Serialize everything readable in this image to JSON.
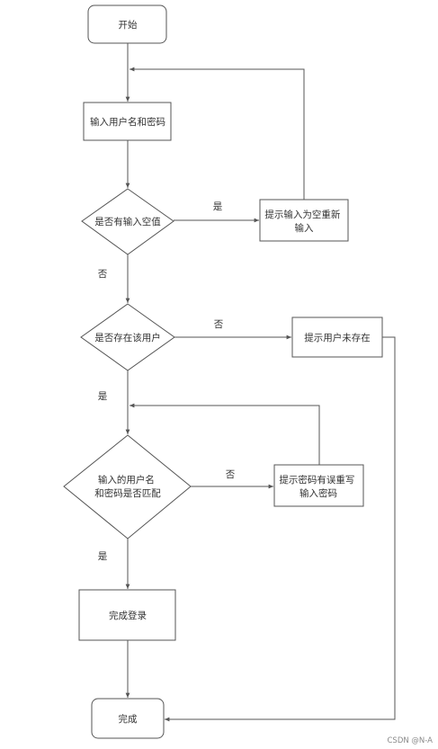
{
  "nodes": {
    "start": {
      "text": [
        "开始"
      ]
    },
    "input": {
      "text": [
        "输入用户名和密码"
      ]
    },
    "empty_check": {
      "text": [
        "是否有输入空值"
      ]
    },
    "empty_hint": {
      "text": [
        "提示输入为空重新",
        "输入"
      ]
    },
    "user_check": {
      "text": [
        "是否存在该用户"
      ]
    },
    "user_hint": {
      "text": [
        "提示用户未存在"
      ]
    },
    "match_check": {
      "text": [
        "输入的用户名",
        "和密码是否匹配"
      ]
    },
    "pwd_hint": {
      "text": [
        "提示密码有误重写",
        "输入密码"
      ]
    },
    "login": {
      "text": [
        "完成登录"
      ]
    },
    "end": {
      "text": [
        "完成"
      ]
    }
  },
  "edges": {
    "empty_yes": "是",
    "empty_no": "否",
    "user_no": "否",
    "user_yes": "是",
    "match_no": "否",
    "match_yes": "是"
  },
  "watermark": "CSDN @N-A",
  "colors": {
    "stroke": "#555555",
    "text": "#333333",
    "background": "#ffffff"
  }
}
